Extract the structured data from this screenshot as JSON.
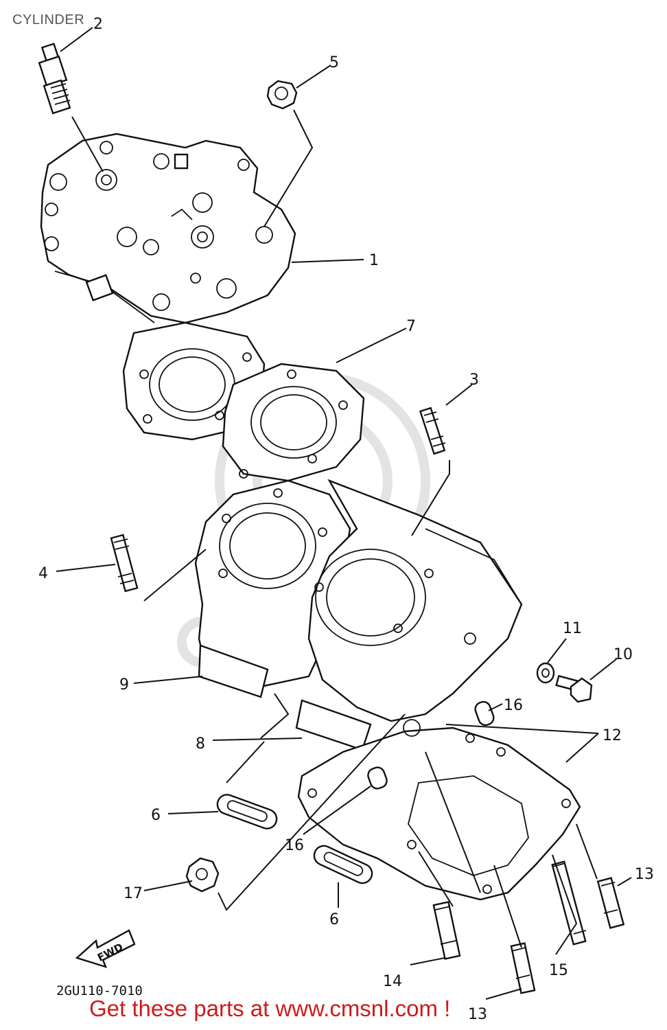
{
  "page": {
    "title": "CYLINDER",
    "diagram_code": "2GU110-7010",
    "banner": "Get these parts at www.cmsnl.com !"
  },
  "callouts": {
    "c1": "1",
    "c2": "2",
    "c3": "3",
    "c4": "4",
    "c5": "5",
    "c6a": "6",
    "c6b": "6",
    "c7": "7",
    "c8": "8",
    "c9": "9",
    "c10": "10",
    "c11": "11",
    "c12": "12",
    "c13a": "13",
    "c13b": "13",
    "c14": "14",
    "c15": "15",
    "c16a": "16",
    "c16b": "16",
    "c17": "17"
  },
  "fwd_label": "FWD",
  "colors": {
    "banner": "#d11a1a",
    "ink": "#111111",
    "title": "#555555"
  }
}
